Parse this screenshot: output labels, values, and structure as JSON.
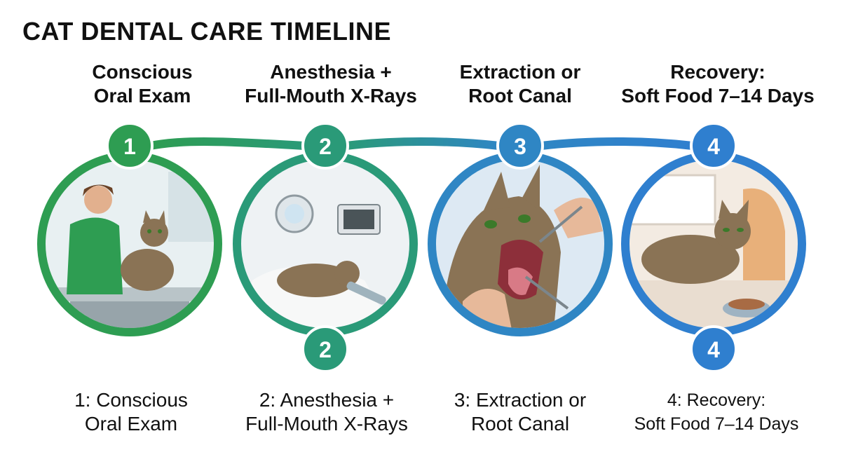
{
  "title": "CAT DENTAL CARE TIMELINE",
  "colors": {
    "step1": "#2e9d52",
    "step2": "#2a9a78",
    "step3": "#2f86c4",
    "step4": "#2f7fcf",
    "text": "#111111"
  },
  "steps": [
    {
      "number": "1",
      "top_label": "Conscious\nOral Exam",
      "bottom_label": "1: Conscious\nOral Exam",
      "illustration": "vet-examining-cat-illustration"
    },
    {
      "number": "2",
      "top_label": "Anesthesia +\nFull-Mouth X-Rays",
      "bottom_label": "2: Anesthesia +\nFull-Mouth X-Rays",
      "bottom_badge": "2",
      "illustration": "anesthetized-cat-xray-illustration"
    },
    {
      "number": "3",
      "top_label": "Extraction or\nRoot Canal",
      "bottom_label": "3: Extraction or\nRoot Canal",
      "illustration": "dental-procedure-illustration"
    },
    {
      "number": "4",
      "top_label": "Recovery:\nSoft Food 7–14 Days",
      "bottom_label": "4: Recovery:\nSoft Food 7–14 Days",
      "bottom_badge": "4",
      "illustration": "recovering-cat-with-food-illustration"
    }
  ]
}
